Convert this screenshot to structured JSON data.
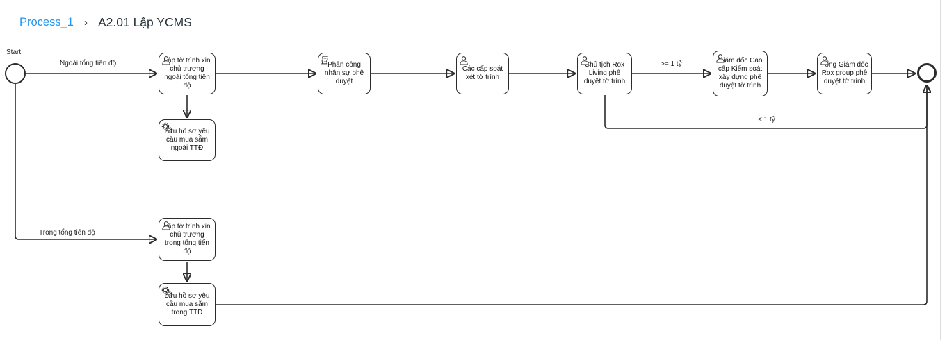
{
  "breadcrumb": {
    "items": [
      {
        "label": "Process_1",
        "type": "link"
      },
      {
        "label": "A2.01 Lập YCMS",
        "type": "current"
      }
    ],
    "separator": "›"
  },
  "diagram": {
    "start_event": {
      "label": "Start"
    },
    "tasks": [
      {
        "id": "task-1",
        "type": "user-task",
        "label": "Lập tờ trình xin chủ trương ngoài tổng tiến độ"
      },
      {
        "id": "task-2",
        "type": "service-task",
        "label": "Lưu hồ sơ yêu cầu mua sắm ngoài TTĐ"
      },
      {
        "id": "task-3",
        "type": "script-task",
        "label": "Phân công nhân sự phê duyệt"
      },
      {
        "id": "task-4",
        "type": "user-task",
        "label": "Các cấp soát xét tờ trình"
      },
      {
        "id": "task-5",
        "type": "user-task",
        "label": "Chủ tịch Rox Living phê duyệt tờ trình"
      },
      {
        "id": "task-6",
        "type": "user-task",
        "label": "Giám đốc Cao cấp Kiểm soát xây dựng phê duyệt tờ trình"
      },
      {
        "id": "task-7",
        "type": "user-task",
        "label": "Tổng Giám đốc Rox group phê duyệt tờ trình"
      },
      {
        "id": "task-8",
        "type": "user-task",
        "label": "Lập tờ trình xin chủ trương trong tổng tiến độ"
      },
      {
        "id": "task-9",
        "type": "service-task",
        "label": "Lưu hồ sơ yêu cầu mua sắm trong TTĐ"
      }
    ],
    "flows": [
      {
        "from": "start",
        "to": "task-1",
        "label": "Ngoài tổng tiến độ"
      },
      {
        "from": "task-1",
        "to": "task-2",
        "label": ""
      },
      {
        "from": "task-1",
        "to": "task-3",
        "label": ""
      },
      {
        "from": "task-3",
        "to": "task-4",
        "label": ""
      },
      {
        "from": "task-4",
        "to": "task-5",
        "label": ""
      },
      {
        "from": "task-5",
        "to": "task-6",
        "label": ">= 1 tỷ"
      },
      {
        "from": "task-6",
        "to": "task-7",
        "label": ""
      },
      {
        "from": "task-7",
        "to": "end",
        "label": ""
      },
      {
        "from": "task-5",
        "to": "end",
        "label": "< 1 tỷ"
      },
      {
        "from": "start",
        "to": "task-8",
        "label": "Trong tổng tiến độ"
      },
      {
        "from": "task-8",
        "to": "task-9",
        "label": ""
      },
      {
        "from": "task-9",
        "to": "end",
        "label": ""
      }
    ],
    "colors": {
      "link": "#2196f3",
      "stroke": "#2b2b2b",
      "text": "#1f1f1f",
      "divider": "#dcdcdc"
    }
  }
}
